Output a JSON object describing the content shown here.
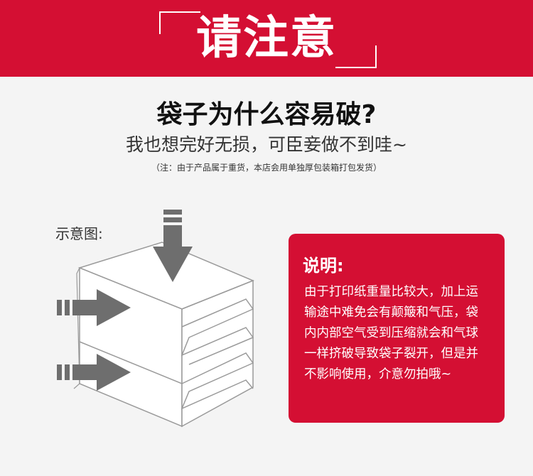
{
  "banner": {
    "title": "请注意"
  },
  "headline": "袋子为什么容易破?",
  "subline": "我也想完好无损，可臣妾做不到哇~",
  "note": "（注：由于产品属于重货，本店会用单独厚包装箱打包发货）",
  "diagram": {
    "label": "示意图:"
  },
  "info": {
    "title": "说明:",
    "lines": [
      "由于打印纸重量比较大，加上运",
      "输途中难免会有颠簸和气压，袋",
      "内内部空气受到压缩就会和气球",
      "一样挤破导致袋子裂开，但是并",
      "不影响使用，介意勿拍哦~"
    ]
  },
  "colors": {
    "brand_red": "#d40f33",
    "background": "#f4f4f4",
    "arrow_gray": "#6e6e6e"
  },
  "icons": [
    "arrow-down-icon",
    "arrow-right-icon"
  ]
}
